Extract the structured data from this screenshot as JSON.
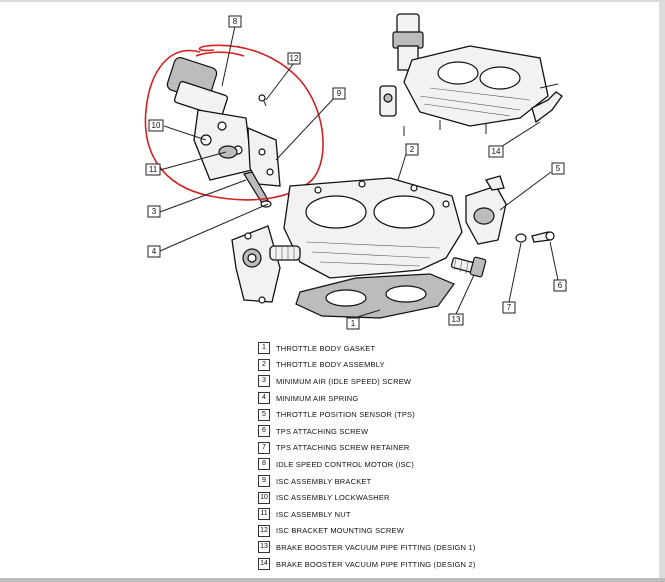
{
  "callouts": [
    "8",
    "12",
    "9",
    "10",
    "11",
    "3",
    "4",
    "2",
    "5",
    "6",
    "7",
    "13",
    "1",
    "14"
  ],
  "legend": [
    {
      "num": "1",
      "label": "THROTTLE BODY GASKET"
    },
    {
      "num": "2",
      "label": "THROTTLE BODY ASSEMBLY"
    },
    {
      "num": "3",
      "label": "MINIMUM AIR (IDLE SPEED) SCREW"
    },
    {
      "num": "4",
      "label": "MINIMUM AIR SPRING"
    },
    {
      "num": "5",
      "label": "THROTTLE POSITION SENSOR (TPS)"
    },
    {
      "num": "6",
      "label": "TPS ATTACHING SCREW"
    },
    {
      "num": "7",
      "label": "TPS ATTACHING SCREW RETAINER"
    },
    {
      "num": "8",
      "label": "IDLE SPEED CONTROL MOTOR (ISC)"
    },
    {
      "num": "9",
      "label": "ISC ASSEMBLY BRACKET"
    },
    {
      "num": "10",
      "label": "ISC ASSEMBLY LOCKWASHER"
    },
    {
      "num": "11",
      "label": "ISC ASSEMBLY NUT"
    },
    {
      "num": "12",
      "label": "ISC BRACKET MOUNTING SCREW"
    },
    {
      "num": "13",
      "label": "BRAKE BOOSTER VACUUM PIPE FITTING (DESIGN 1)"
    },
    {
      "num": "14",
      "label": "BRAKE BOOSTER VACUUM PIPE FITTING (DESIGN 2)"
    }
  ],
  "colors": {
    "annotation": "#d42020",
    "ink": "#111111"
  }
}
